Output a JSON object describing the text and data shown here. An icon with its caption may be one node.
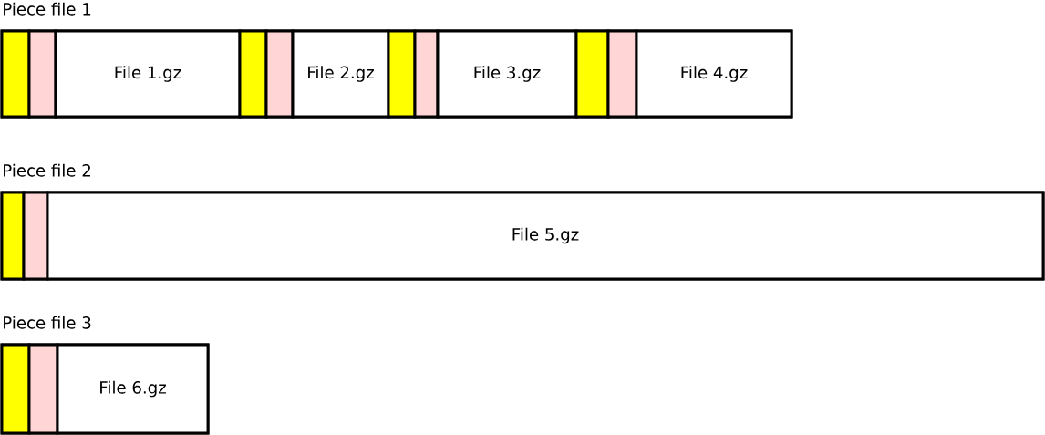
{
  "diagram": {
    "nodes": [
      {
        "text": [
          "Piece file 1"
        ]
      },
      {
        "text": [],
        "shape": "box",
        "in": 0
      },
      {
        "text": [],
        "shape": "box",
        "in": 0
      },
      {
        "text": [
          "File 1.gz"
        ],
        "in": 0
      },
      {
        "text": [],
        "shape": "box",
        "in": 0
      },
      {
        "text": [],
        "shape": "box",
        "in": 0
      },
      {
        "text": [
          "File 2.gz"
        ],
        "in": 0
      },
      {
        "text": [],
        "shape": "box",
        "in": 0
      },
      {
        "text": [],
        "shape": "box",
        "in": 0
      },
      {
        "text": [
          "File 3.gz"
        ],
        "in": 0
      },
      {
        "text": [],
        "shape": "box",
        "in": 0
      },
      {
        "text": [],
        "shape": "box",
        "in": 0
      },
      {
        "text": [
          "File 4.gz"
        ],
        "in": 0
      },
      {
        "text": [
          "Piece file 2"
        ]
      },
      {
        "text": [],
        "shape": "box",
        "in": 13
      },
      {
        "text": [],
        "shape": "box",
        "in": 13
      },
      {
        "text": [
          "File 5.gz"
        ],
        "in": 13
      },
      {
        "text": [
          "Piece file 3"
        ]
      },
      {
        "text": [],
        "shape": "box",
        "in": 17
      },
      {
        "text": [],
        "shape": "box",
        "in": 17
      },
      {
        "text": [
          "File 6.gz"
        ],
        "in": 17
      }
    ]
  }
}
